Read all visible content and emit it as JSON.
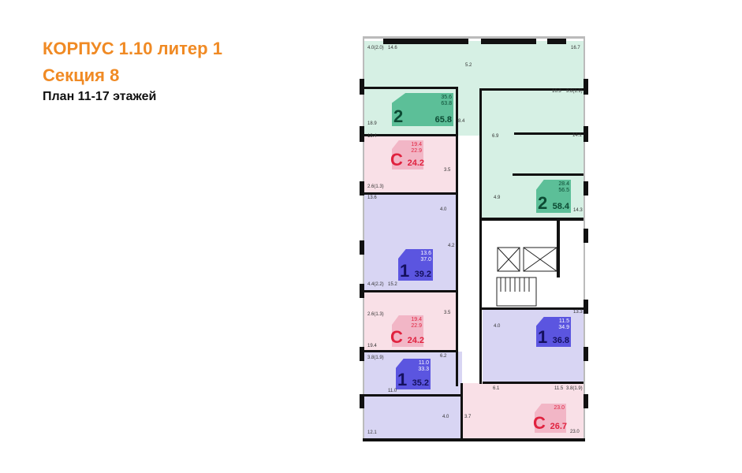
{
  "header": {
    "title": "КОРПУС 1.10 литер 1",
    "section": "Секция 8",
    "plan": "План 11-17 этажей"
  },
  "colors": {
    "title": "#f08a24",
    "two_room": "#d6f0e4",
    "studio": "#f9e0e7",
    "one_room": "#d8d5f3",
    "walls": "#111111"
  },
  "apartments": [
    {
      "type": "2",
      "living": "35.6",
      "total_net": "63.8",
      "area": "65.8",
      "color": "#5cbf98",
      "text": "#0c4a33"
    },
    {
      "type": "С",
      "living": "19.4",
      "total_net": "22.9",
      "area": "24.2",
      "color": "#f2b6c6",
      "text": "#e0223f"
    },
    {
      "type": "2",
      "living": "28.4",
      "total_net": "56.5",
      "area": "58.4",
      "color": "#5cbf98",
      "text": "#0c4a33"
    },
    {
      "type": "1",
      "living": "13.6",
      "total_net": "37.0",
      "area": "39.2",
      "color": "#5b55e0",
      "text": "#14105e"
    },
    {
      "type": "С",
      "living": "19.4",
      "total_net": "22.9",
      "area": "24.2",
      "color": "#f2b6c6",
      "text": "#e0223f"
    },
    {
      "type": "1",
      "living": "11.5",
      "total_net": "34.9",
      "area": "36.8",
      "color": "#5b55e0",
      "text": "#14105e"
    },
    {
      "type": "1",
      "living": "11.0",
      "total_net": "33.3",
      "area": "35.2",
      "color": "#5b55e0",
      "text": "#14105e"
    },
    {
      "type": "С",
      "living": "23.0",
      "total_net": "",
      "area": "26.7",
      "color": "#f2b6c6",
      "text": "#e0223f"
    }
  ],
  "rooms": [
    "4.0(2.0)",
    "14.6",
    "5.2",
    "16.7",
    "16.3",
    "3.8(1.9)",
    "18.9",
    "8.4",
    "6.9",
    "14.1",
    "19.4",
    "3.5",
    "2.6(1.3)",
    "4.9",
    "14.3",
    "13.6",
    "4.0",
    "4.2",
    "4.4(2.2)",
    "15.2",
    "13.3",
    "2.6(1.3)",
    "3.5",
    "4.0",
    "19.4",
    "3.8(1.9)",
    "6.2",
    "11.0",
    "6.1",
    "11.5",
    "3.8(1.9)",
    "12.1",
    "4.0",
    "3.7",
    "23.0"
  ]
}
